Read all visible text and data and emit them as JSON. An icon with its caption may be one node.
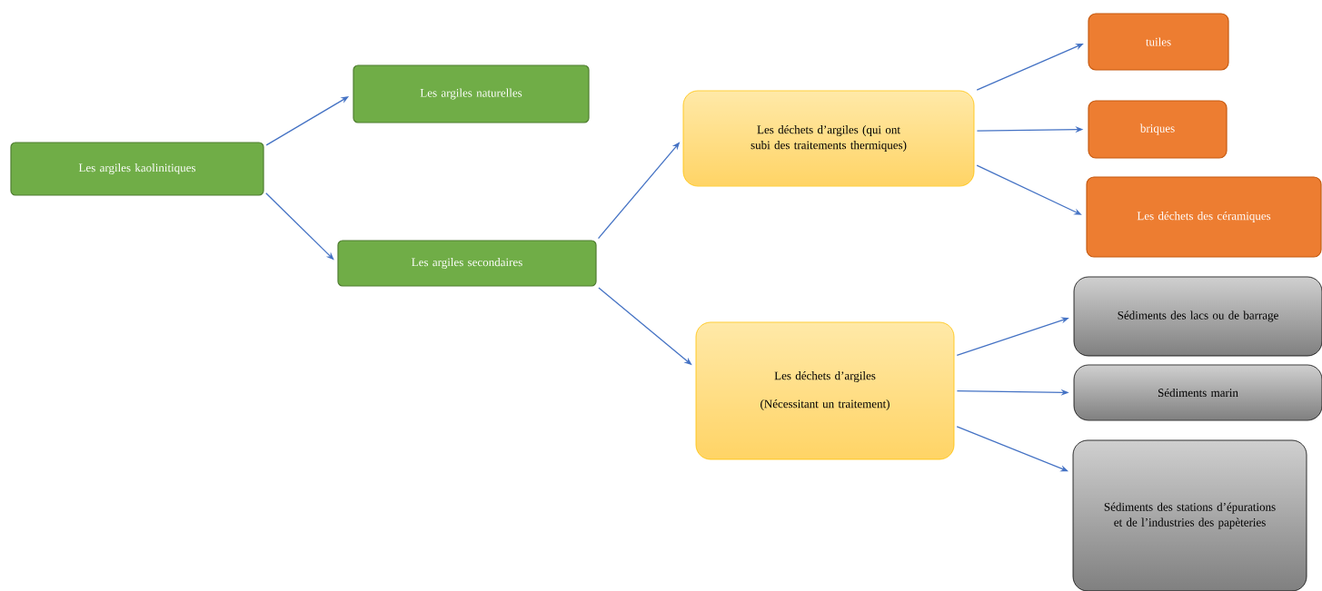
{
  "diagram": {
    "nodes": [
      {
        "text": [
          "Les argiles kaolinitiques"
        ]
      },
      {
        "text": [
          "Les argiles naturelles"
        ]
      },
      {
        "text": [
          "Les argiles secondaires"
        ]
      },
      {
        "text": [
          "Les déchets d’argiles (qui ont subi des traitements thermiques)"
        ]
      },
      {
        "text": [
          "Les déchets d’argiles",
          "(Nécessitant un traitement)"
        ]
      },
      {
        "text": [
          "tuiles"
        ]
      },
      {
        "text": [
          "briques"
        ]
      },
      {
        "text": [
          "Les déchets des céramiques"
        ]
      },
      {
        "text": [
          "Sédiments des lacs ou de barrage"
        ]
      },
      {
        "text": [
          "Sédiments marin"
        ]
      },
      {
        "text": [
          "Sédiments des stations d’épurations et de l’industries des papèteries"
        ]
      }
    ],
    "edges": [
      {
        "from": 0,
        "to": 1,
        "arrow": "to"
      },
      {
        "from": 0,
        "to": 2,
        "arrow": "to"
      },
      {
        "from": 2,
        "to": 3,
        "arrow": "to"
      },
      {
        "from": 2,
        "to": 4,
        "arrow": "to"
      },
      {
        "from": 3,
        "to": 5,
        "arrow": "to"
      },
      {
        "from": 3,
        "to": 6,
        "arrow": "to"
      },
      {
        "from": 3,
        "to": 7,
        "arrow": "to"
      },
      {
        "from": 4,
        "to": 8,
        "arrow": "to"
      },
      {
        "from": 4,
        "to": 9,
        "arrow": "to"
      },
      {
        "from": 4,
        "to": 10,
        "arrow": "to"
      }
    ]
  }
}
